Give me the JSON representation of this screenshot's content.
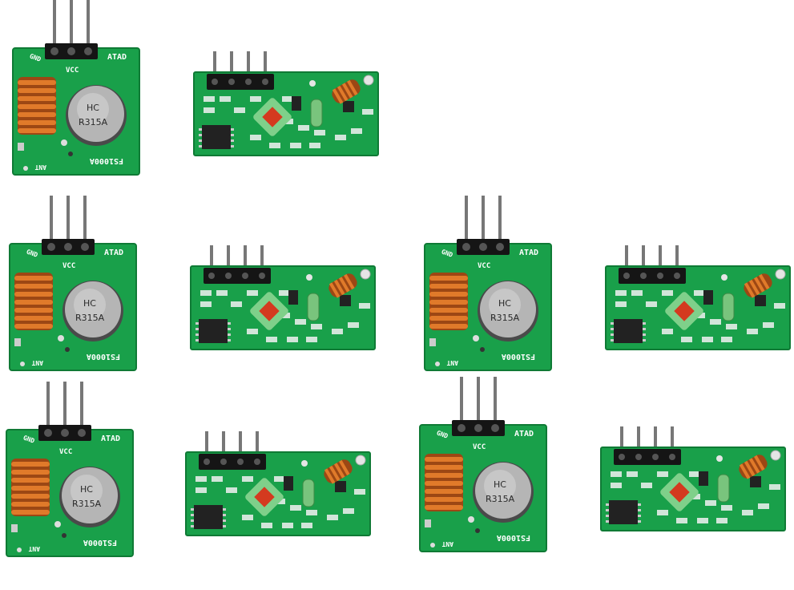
{
  "image": {
    "background": "#ffffff",
    "pcb_color": "#19a04a",
    "pcb_edge": "#0f7a35",
    "pin_color": "#6b6b6b",
    "header_color": "#151515",
    "copper_color": "#c8621e",
    "can_color": "#a9a9a9"
  },
  "transmitter": {
    "label_data": "ATAD",
    "label_gnd": "GND",
    "label_vcc": "VCC",
    "label_model": "FS1000A",
    "label_ant": "ANT",
    "can_logo": "HC",
    "can_model": "R315A"
  },
  "transmitters": [
    {
      "id": "tx-1"
    },
    {
      "id": "tx-2"
    },
    {
      "id": "tx-3"
    },
    {
      "id": "tx-4"
    },
    {
      "id": "tx-5"
    }
  ],
  "receivers": [
    {
      "id": "rx-1"
    },
    {
      "id": "rx-2"
    },
    {
      "id": "rx-3"
    },
    {
      "id": "rx-4"
    },
    {
      "id": "rx-5"
    }
  ]
}
